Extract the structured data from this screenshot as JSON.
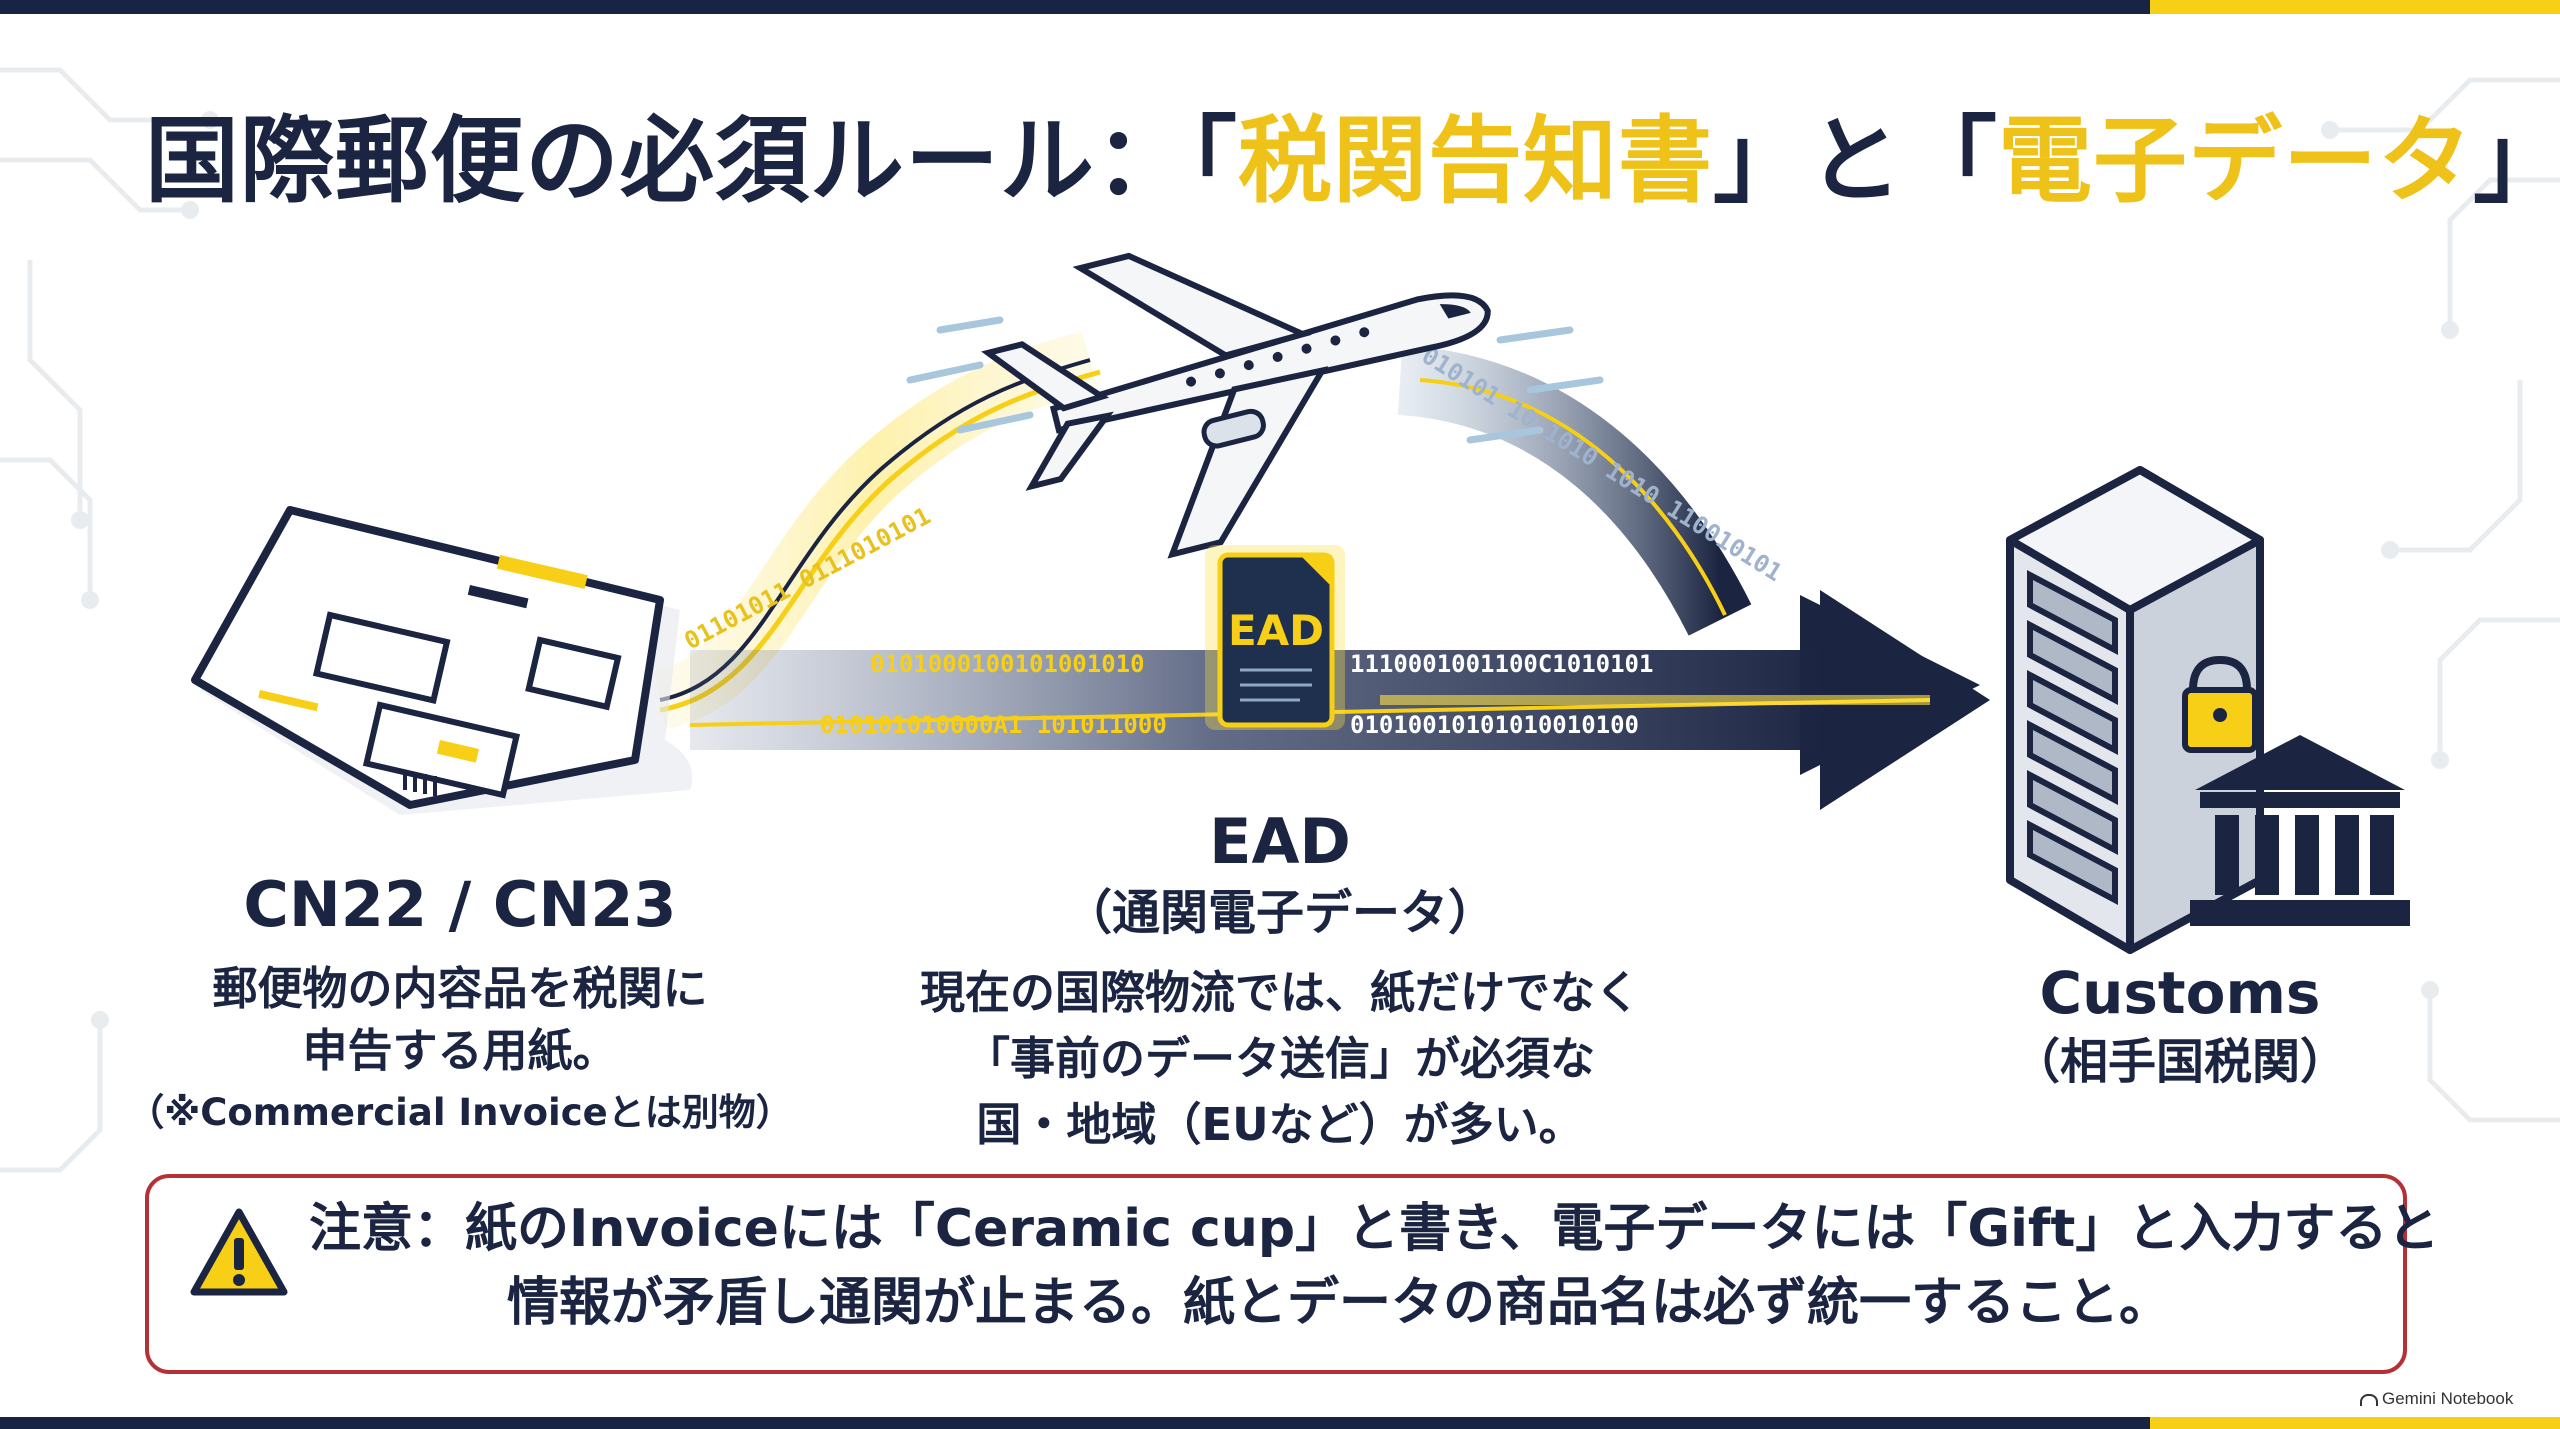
{
  "title": {
    "prefix": "国際郵便の必須ルール：「",
    "highlight1": "税関告知書",
    "middle": "」と「",
    "highlight2": "電子データ",
    "suffix": "」"
  },
  "left": {
    "title": "CN22 / CN23",
    "desc_line1": "郵便物の内容品を税関に",
    "desc_line2": "申告する用紙。",
    "note": "（※Commercial Invoiceとは別物）"
  },
  "middle": {
    "chip_label": "EAD",
    "title": "EAD",
    "subtitle": "（通関電子データ）",
    "desc_line1": "現在の国際物流では、紙だけでなく",
    "desc_line2": "「事前のデータ送信」が必須な",
    "desc_line3": "国・地域（EUなど）が多い。"
  },
  "right": {
    "title": "Customs",
    "subtitle": "（相手国税関）"
  },
  "binary": {
    "stream1": "0101000100101001010",
    "stream2": "010101010000A1 101011000",
    "stream3": "1110001001100C1010101",
    "stream4": "01010010101010010100",
    "curve1": "01101011 0111010101",
    "curve2": "010101 10 1010 1010 110010101"
  },
  "warning": {
    "line1": "注意：紙のInvoiceには「Ceramic cup」と書き、電子データには「Gift」と入力すると",
    "line2": "情報が矛盾し通関が止まる。紙とデータの商品名は必ず統一すること。"
  },
  "brand": "Gemini Notebook",
  "colors": {
    "navy": "#1b2440",
    "yellow": "#f6cf16",
    "warning_border": "#b43236"
  }
}
